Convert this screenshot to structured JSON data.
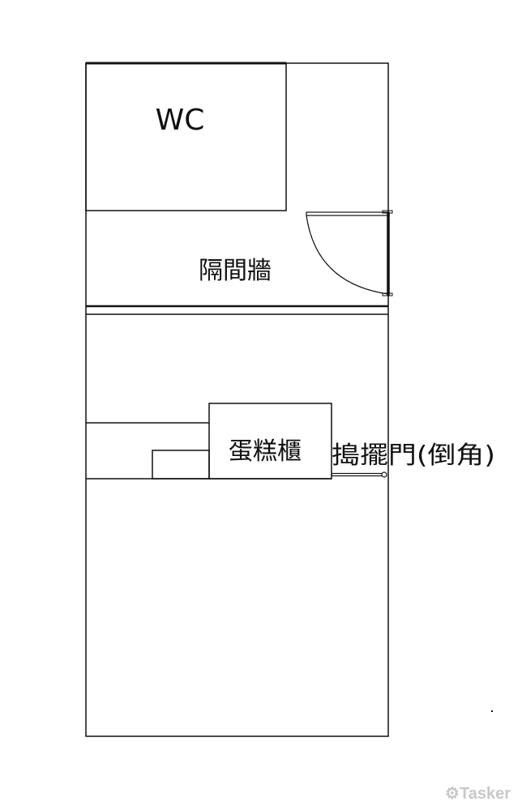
{
  "labels": {
    "wc": "WC",
    "partition_wall": "隔間牆",
    "cake_counter": "蛋糕櫃",
    "swing_door": "搗擺門(倒角)"
  },
  "watermark": "Tasker",
  "colors": {
    "line": "#111111",
    "watermark": "#c8c8c8"
  }
}
